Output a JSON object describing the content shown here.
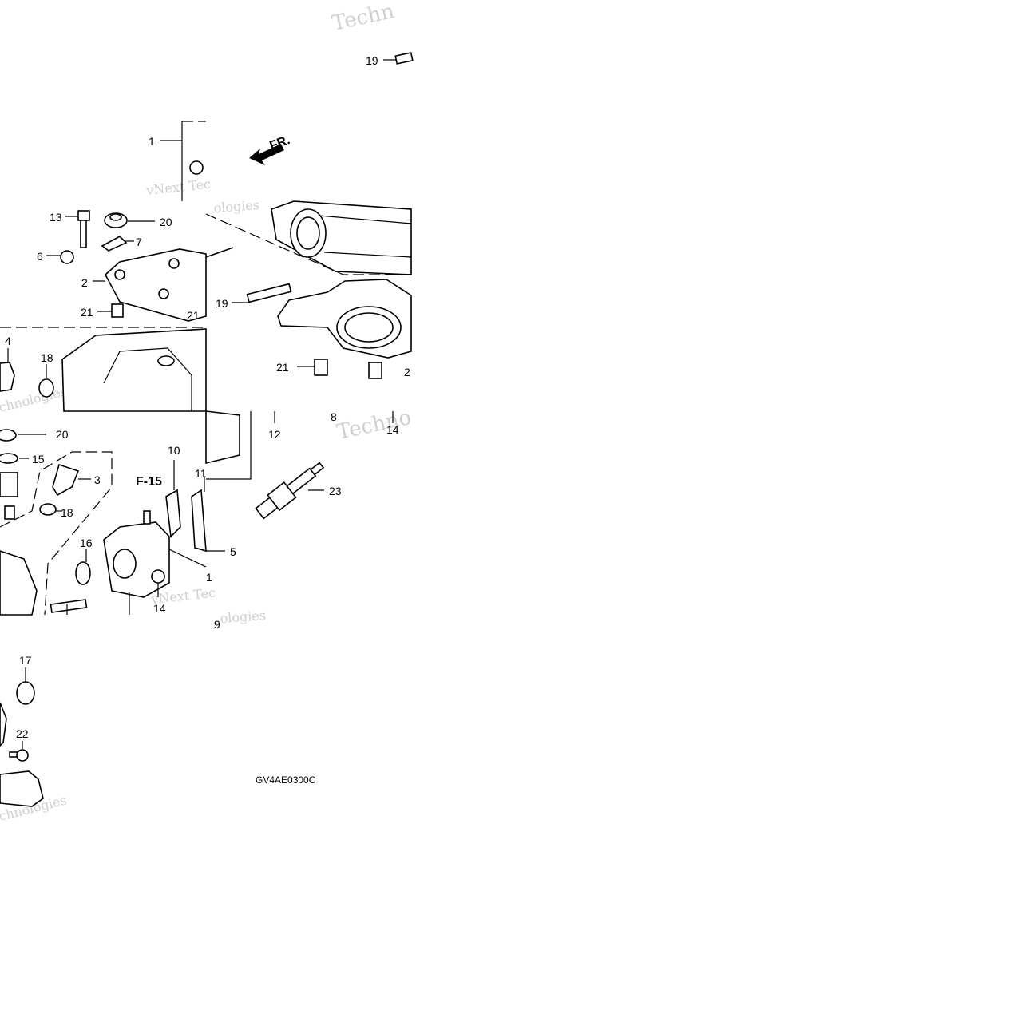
{
  "diagram": {
    "callouts": [
      "1",
      "2",
      "3",
      "4",
      "5",
      "6",
      "7",
      "8",
      "9",
      "10",
      "11",
      "12",
      "13",
      "14",
      "15",
      "16",
      "17",
      "18",
      "19",
      "20",
      "21",
      "22",
      "23"
    ],
    "reference": "F-15",
    "direction": "FR.",
    "drawing_code": "GV4AE0300C",
    "watermarks": [
      "Techn",
      "vNext Tec",
      "ologies",
      "chnologies",
      "Techno",
      "vNext Tec",
      "ologies",
      "chnologies"
    ]
  }
}
